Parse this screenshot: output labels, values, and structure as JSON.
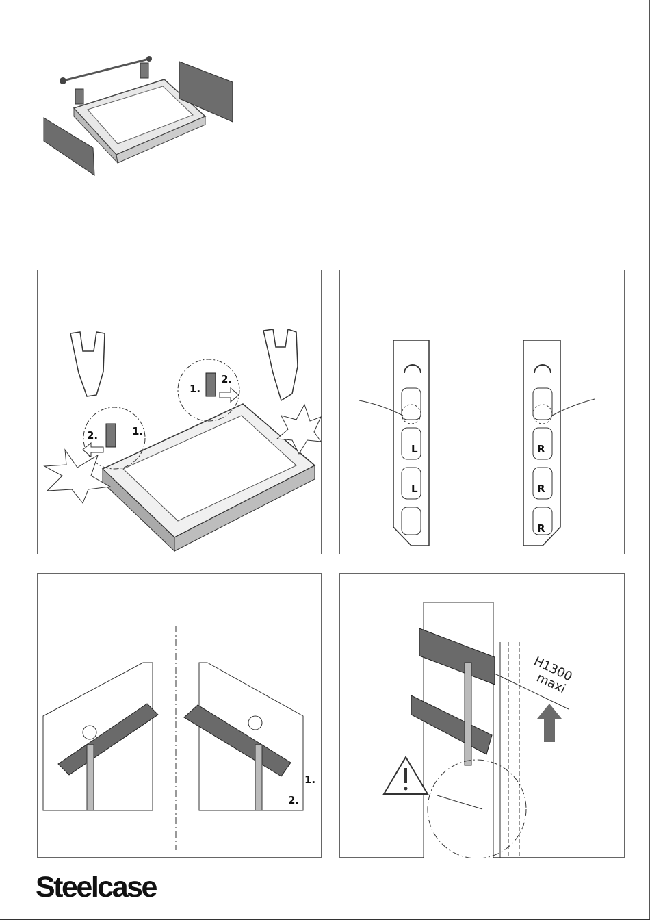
{
  "brand": {
    "name": "Steelcase"
  },
  "panel1": {
    "step1": "1.",
    "step2": "2.",
    "step1b": "1.",
    "step2b": "2."
  },
  "panel2": {
    "left_mark": "L",
    "right_mark": "R"
  },
  "panel3": {
    "step1": "1.",
    "step2": "2."
  },
  "panel4": {
    "height_label": "H1300",
    "height_sub": "maxi"
  },
  "colors": {
    "line": "#333333",
    "grey_part": "#8a8a8a",
    "dark_part": "#555555",
    "arrow": "#6b6b6b"
  }
}
